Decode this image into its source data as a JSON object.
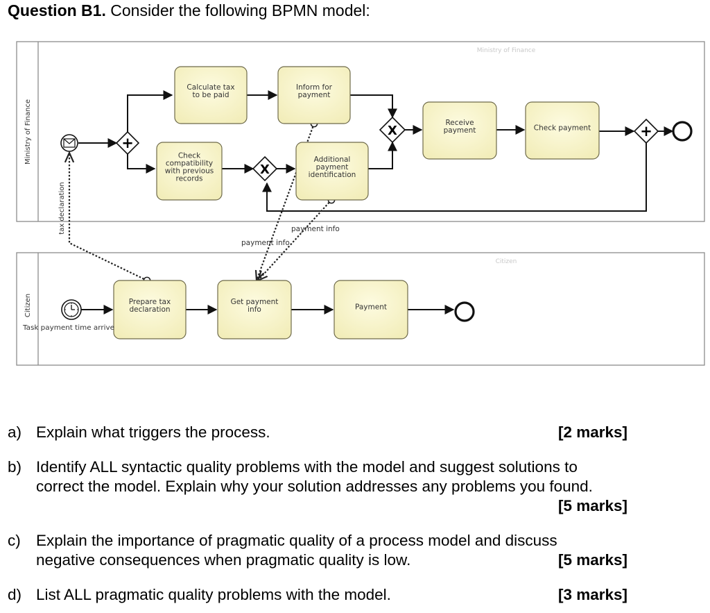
{
  "heading": {
    "prefix": "Question B1.",
    "text": " Consider the following BPMN model:"
  },
  "diagram": {
    "pools": [
      {
        "id": "ministry",
        "vertical_label": "Ministry of Finance",
        "faint_label": "Ministry of Finance"
      },
      {
        "id": "citizen",
        "vertical_label": "Citizen",
        "faint_label": "Citizen"
      }
    ],
    "tasks": [
      {
        "id": "calc_tax",
        "lines": [
          "Calculate tax",
          "to be paid"
        ]
      },
      {
        "id": "inform_payment",
        "lines": [
          "Inform for",
          "payment"
        ]
      },
      {
        "id": "check_compat",
        "lines": [
          "Check",
          "compatibility",
          "with previous",
          "records"
        ]
      },
      {
        "id": "additional_payment",
        "lines": [
          "Additional",
          "payment",
          "identification"
        ]
      },
      {
        "id": "receive_payment",
        "lines": [
          "Receive",
          "payment"
        ]
      },
      {
        "id": "check_payment",
        "lines": [
          "Check payment"
        ]
      },
      {
        "id": "prepare_tax",
        "lines": [
          "Prepare tax",
          "declaration"
        ]
      },
      {
        "id": "get_payment",
        "lines": [
          "Get payment",
          "info"
        ]
      },
      {
        "id": "payment",
        "lines": [
          "Payment"
        ]
      }
    ],
    "message_labels": {
      "tax_declaration": "tax declaration",
      "payment_info_1": "payment info",
      "payment_info_2": "payment info"
    },
    "timer_label": "Task payment time arrive",
    "gateway_symbols": {
      "parallel": "+",
      "exclusive": "X"
    }
  },
  "questions": [
    {
      "letter": "a)",
      "lines": [
        "Explain what triggers the process."
      ],
      "marks": "[2 marks]"
    },
    {
      "letter": "b)",
      "lines": [
        "Identify ALL syntactic quality problems with the model and suggest solutions to",
        "correct the model. Explain why your solution addresses any problems you found."
      ],
      "marks": "[5 marks]"
    },
    {
      "letter": "c)",
      "lines": [
        "Explain the importance of pragmatic quality of a process model and discuss",
        "negative consequences when pragmatic quality is low."
      ],
      "marks": "[5 marks]"
    },
    {
      "letter": "d)",
      "lines": [
        "List ALL pragmatic quality problems with the model."
      ],
      "marks": "[3 marks]"
    }
  ]
}
